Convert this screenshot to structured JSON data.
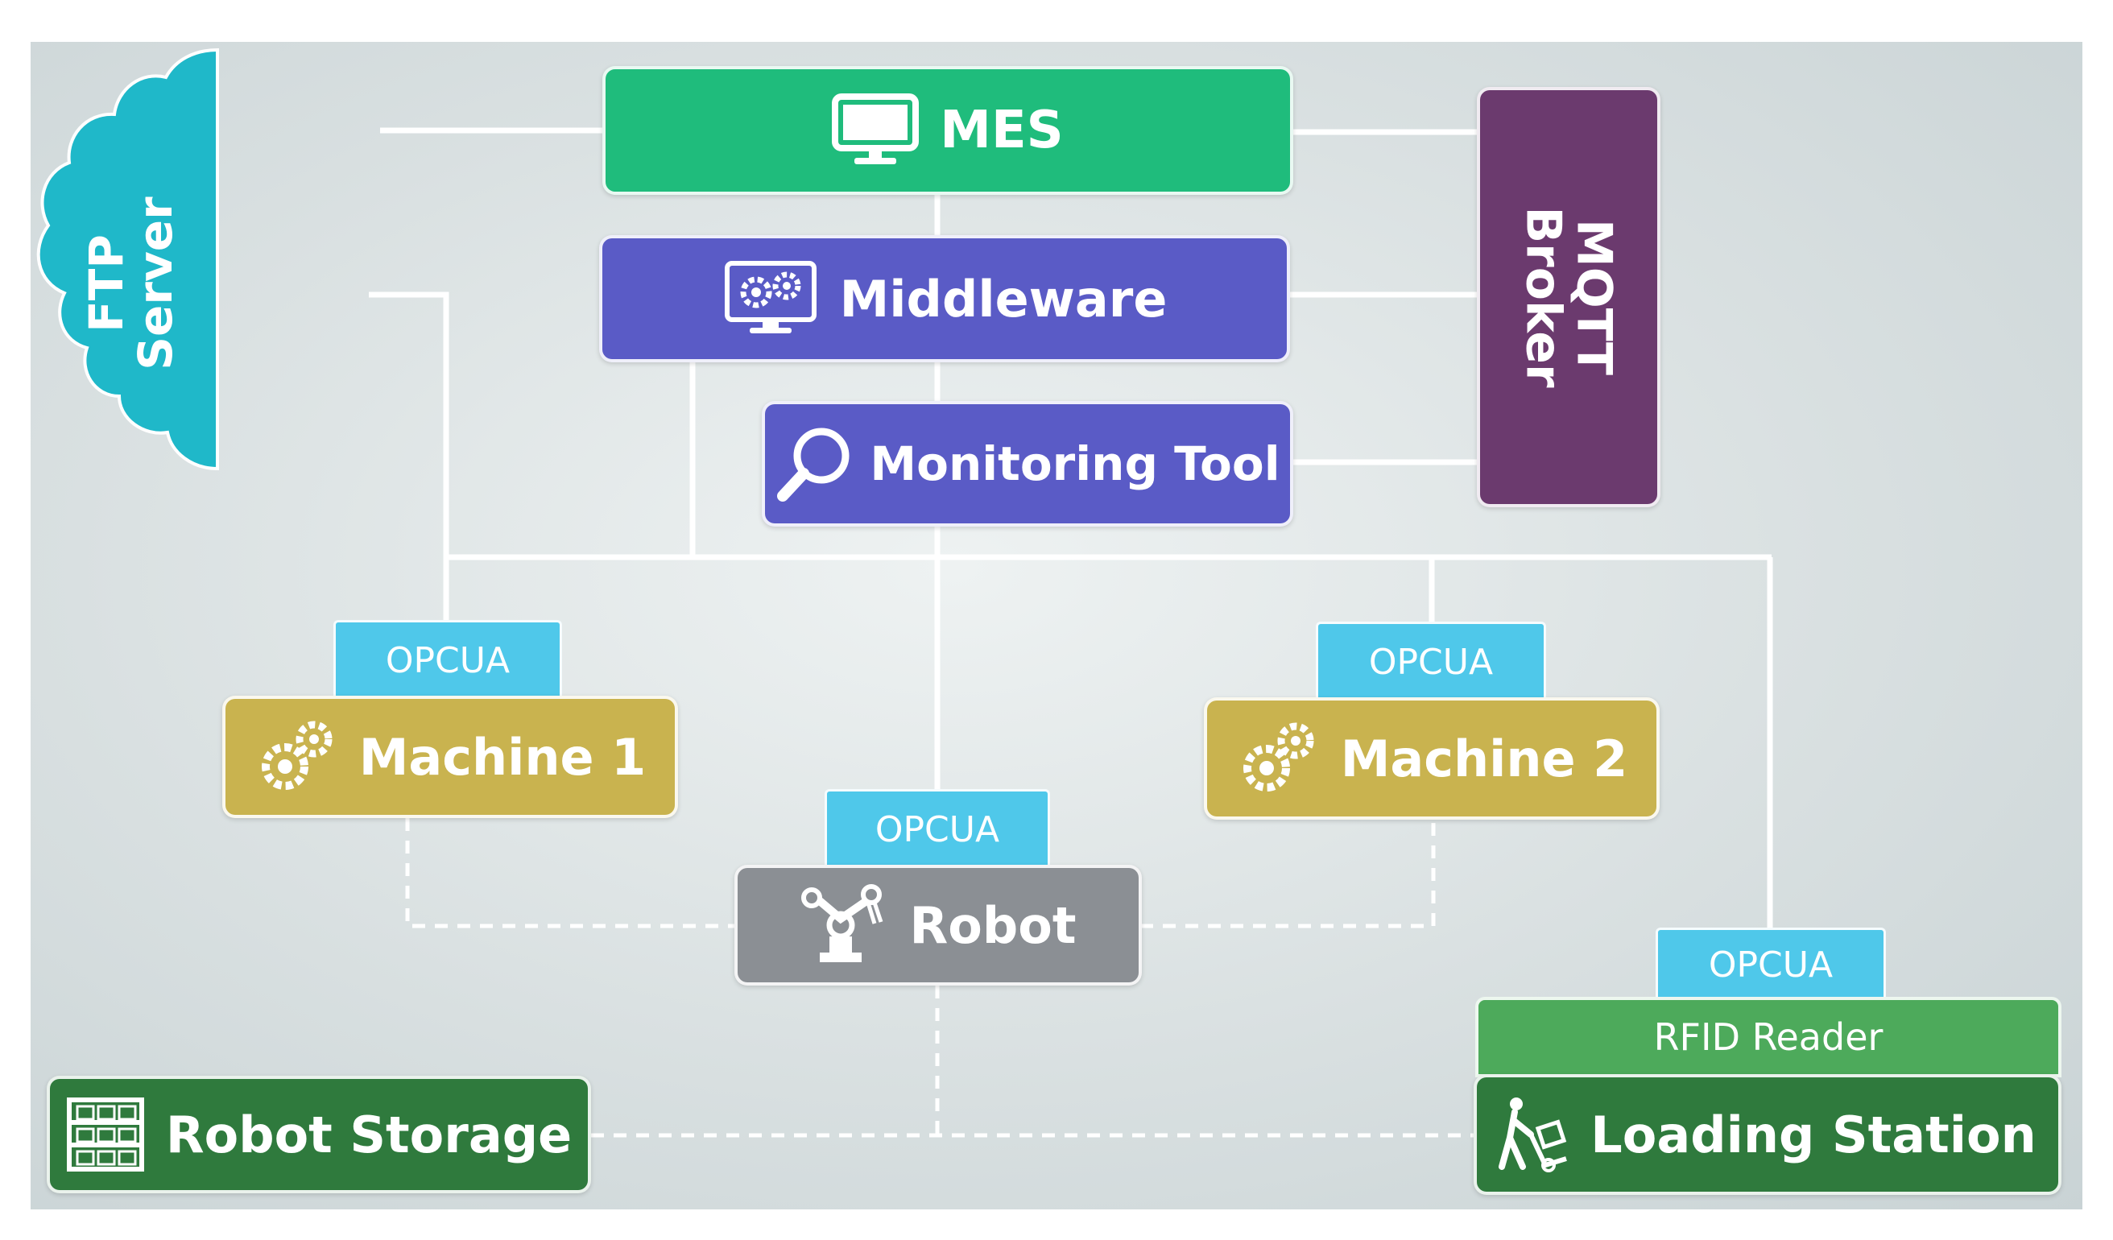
{
  "nodes": {
    "mes": {
      "label": "MES",
      "icon": "monitor-icon"
    },
    "middleware": {
      "label": "Middleware",
      "icon": "gear-monitor-icon"
    },
    "monitoring": {
      "label": "Monitoring Tool",
      "icon": "magnifier-icon"
    },
    "mqtt": {
      "label_line1": "MQTT",
      "label_line2": "Broker"
    },
    "ftp": {
      "label_line1": "FTP",
      "label_line2": "Server",
      "icon": "cloud-shape"
    },
    "machine1": {
      "label": "Machine 1",
      "icon": "gears-icon"
    },
    "machine2": {
      "label": "Machine 2",
      "icon": "gears-icon"
    },
    "robot": {
      "label": "Robot",
      "icon": "robot-arm-icon"
    },
    "robot_storage": {
      "label": "Robot Storage",
      "icon": "shelving-icon"
    },
    "loading_station": {
      "label": "Loading Station",
      "icon": "hand-truck-icon"
    },
    "rfid_reader": {
      "label": "RFID Reader"
    }
  },
  "tags": {
    "machine1": "OPCUA",
    "machine2": "OPCUA",
    "robot": "OPCUA",
    "loading_station": "OPCUA"
  },
  "colors": {
    "mes": "#1fbc7c",
    "middleware": "#5a5bc6",
    "monitoring": "#5a5bc6",
    "mqtt": "#6b3a6e",
    "ftp": "#1fb8c9",
    "machine": "#c9b34f",
    "robot": "#8b8f94",
    "storage": "#2f7a3d",
    "rfid": "#4daa5b",
    "opcua": "#4fc8ea",
    "wire": "#ffffff"
  }
}
